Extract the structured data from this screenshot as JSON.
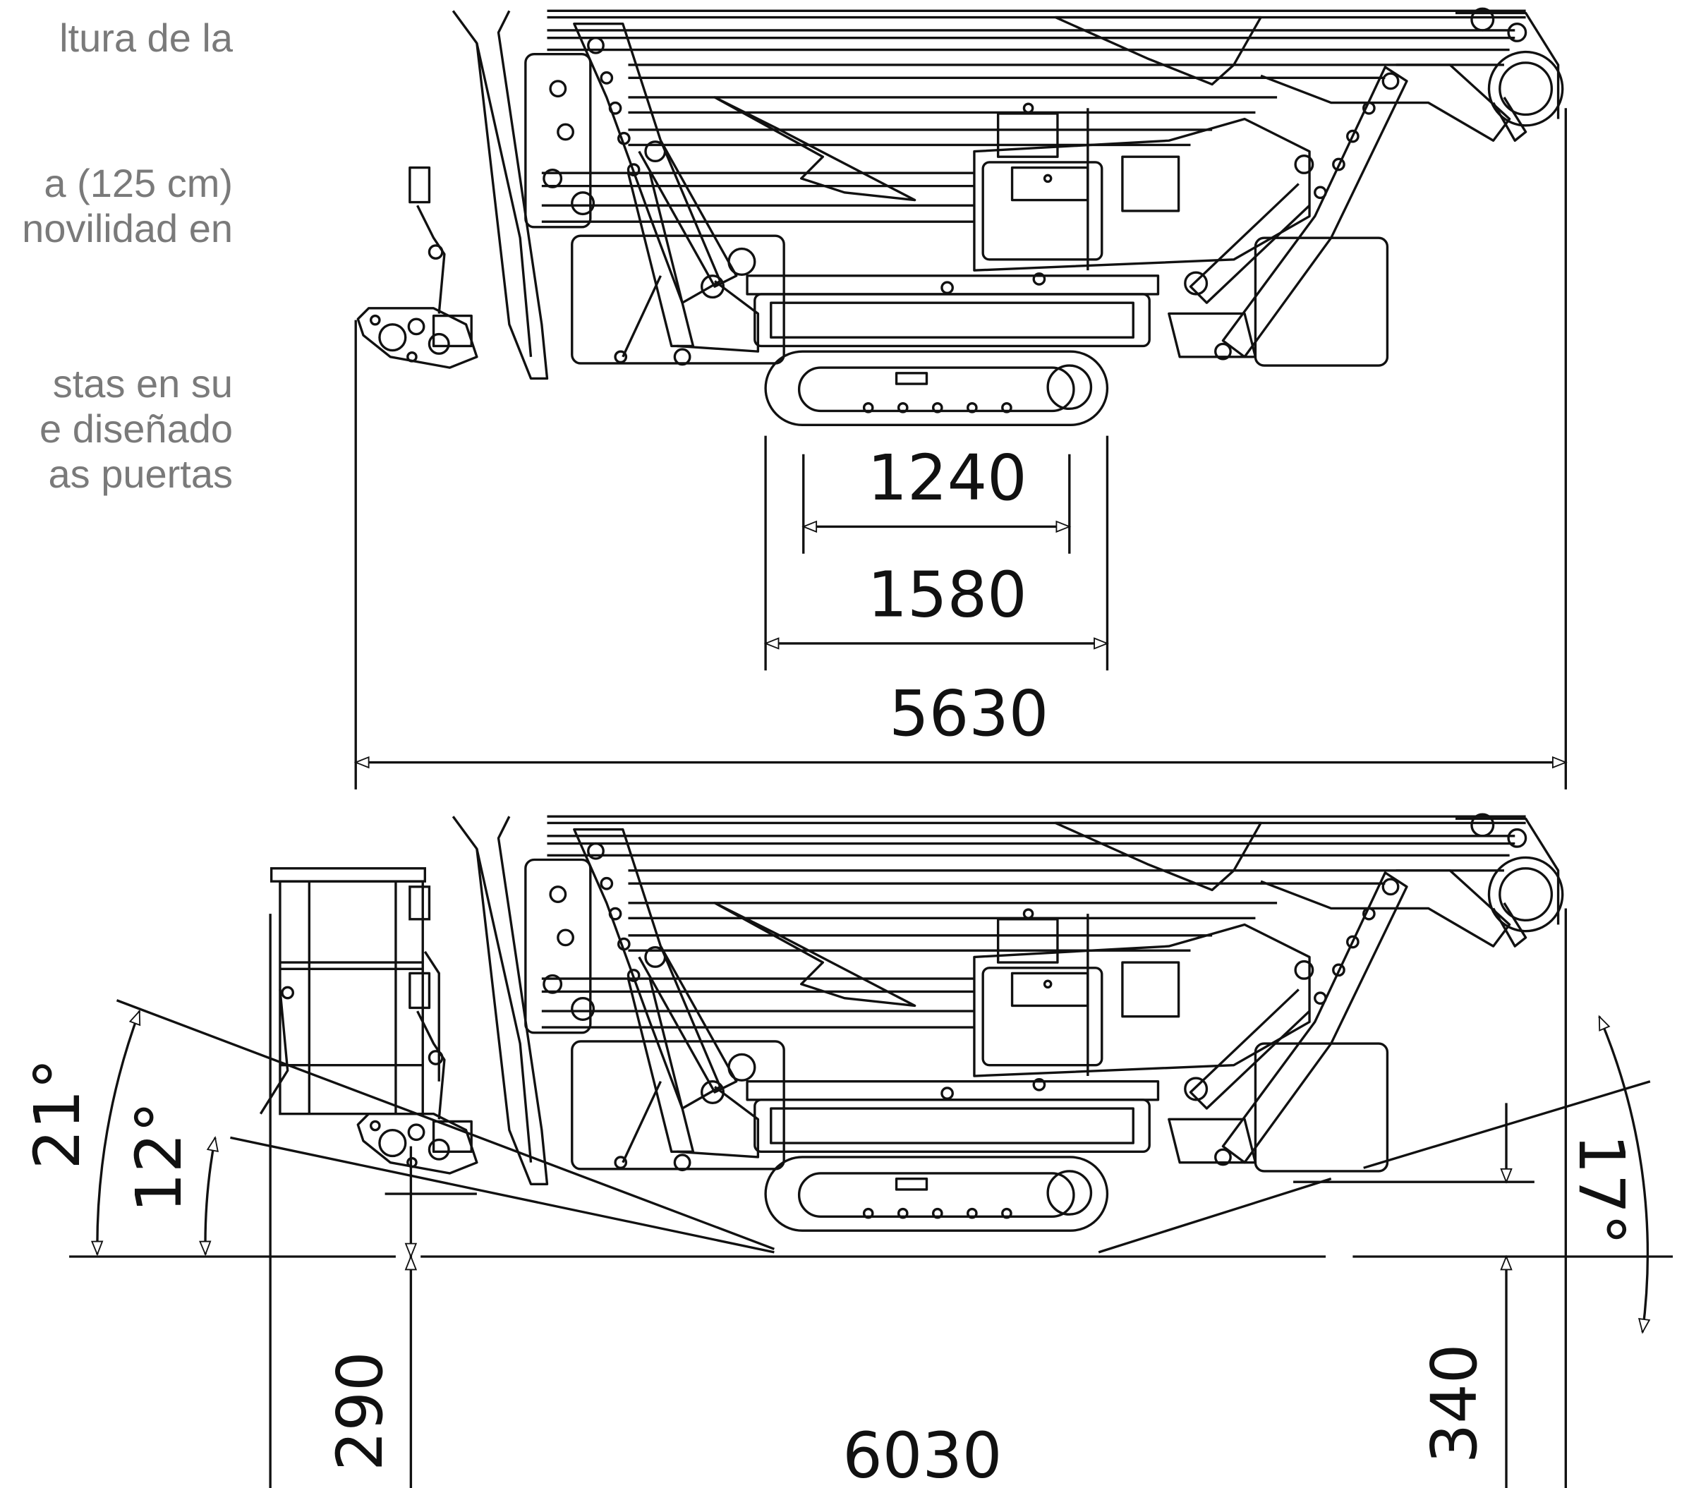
{
  "colors": {
    "line": "#111111",
    "text_gray": "#7a7a7a",
    "background": "#ffffff"
  },
  "side_text": {
    "p1": [
      "ltura de la"
    ],
    "p2": [
      "a (125 cm)",
      "novilidad en"
    ],
    "p3": [
      "stas en su",
      "e diseñado",
      "as puertas"
    ]
  },
  "dimensions": {
    "track_width_inner": "1240",
    "track_width_outer": "1580",
    "transport_length": "5630",
    "working_length": "6030",
    "front_clearance": "290",
    "rear_clearance": "340",
    "front_angle_steep": "21°",
    "front_angle_shallow": "12°",
    "rear_angle": "17°"
  }
}
